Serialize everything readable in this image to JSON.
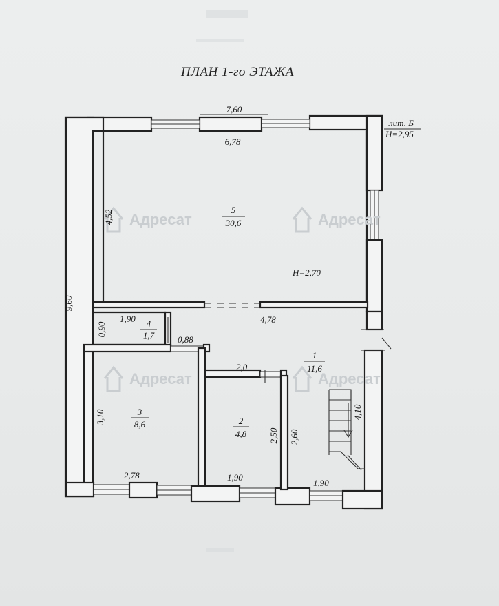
{
  "plan": {
    "title": "ПЛАН 1-го ЭТАЖА",
    "lit_label": "лит. Б",
    "lit_height": "H=2,95"
  },
  "dimensions": {
    "top_outer": "7,60",
    "top_inner": "6,78",
    "left_outer": "9,60",
    "room5_height": "4,52",
    "room5_ceiling": "H=2,70",
    "corridor": "4,78",
    "room4_width": "1,90",
    "room4_height": "0,90",
    "door_gap": "0,88",
    "room2_width": "2,0",
    "room3_height": "3,10",
    "room3_bottom": "2,78",
    "room2_bottom": "1,90",
    "room2_side": "2,50",
    "room1_side": "2,60",
    "room1_bottom": "1,90",
    "stair": "4,10"
  },
  "rooms": [
    {
      "num": "5",
      "area": "30,6"
    },
    {
      "num": "4",
      "area": "1,7"
    },
    {
      "num": "3",
      "area": "8,6"
    },
    {
      "num": "2",
      "area": "4,8"
    },
    {
      "num": "1",
      "area": "11,6"
    }
  ],
  "watermark": {
    "text": "Адресат",
    "icon": "house-logo-icon"
  },
  "colors": {
    "paper": "#e9ebeb",
    "ink": "#1c1c1c",
    "watermark": "#c9cdd0"
  }
}
